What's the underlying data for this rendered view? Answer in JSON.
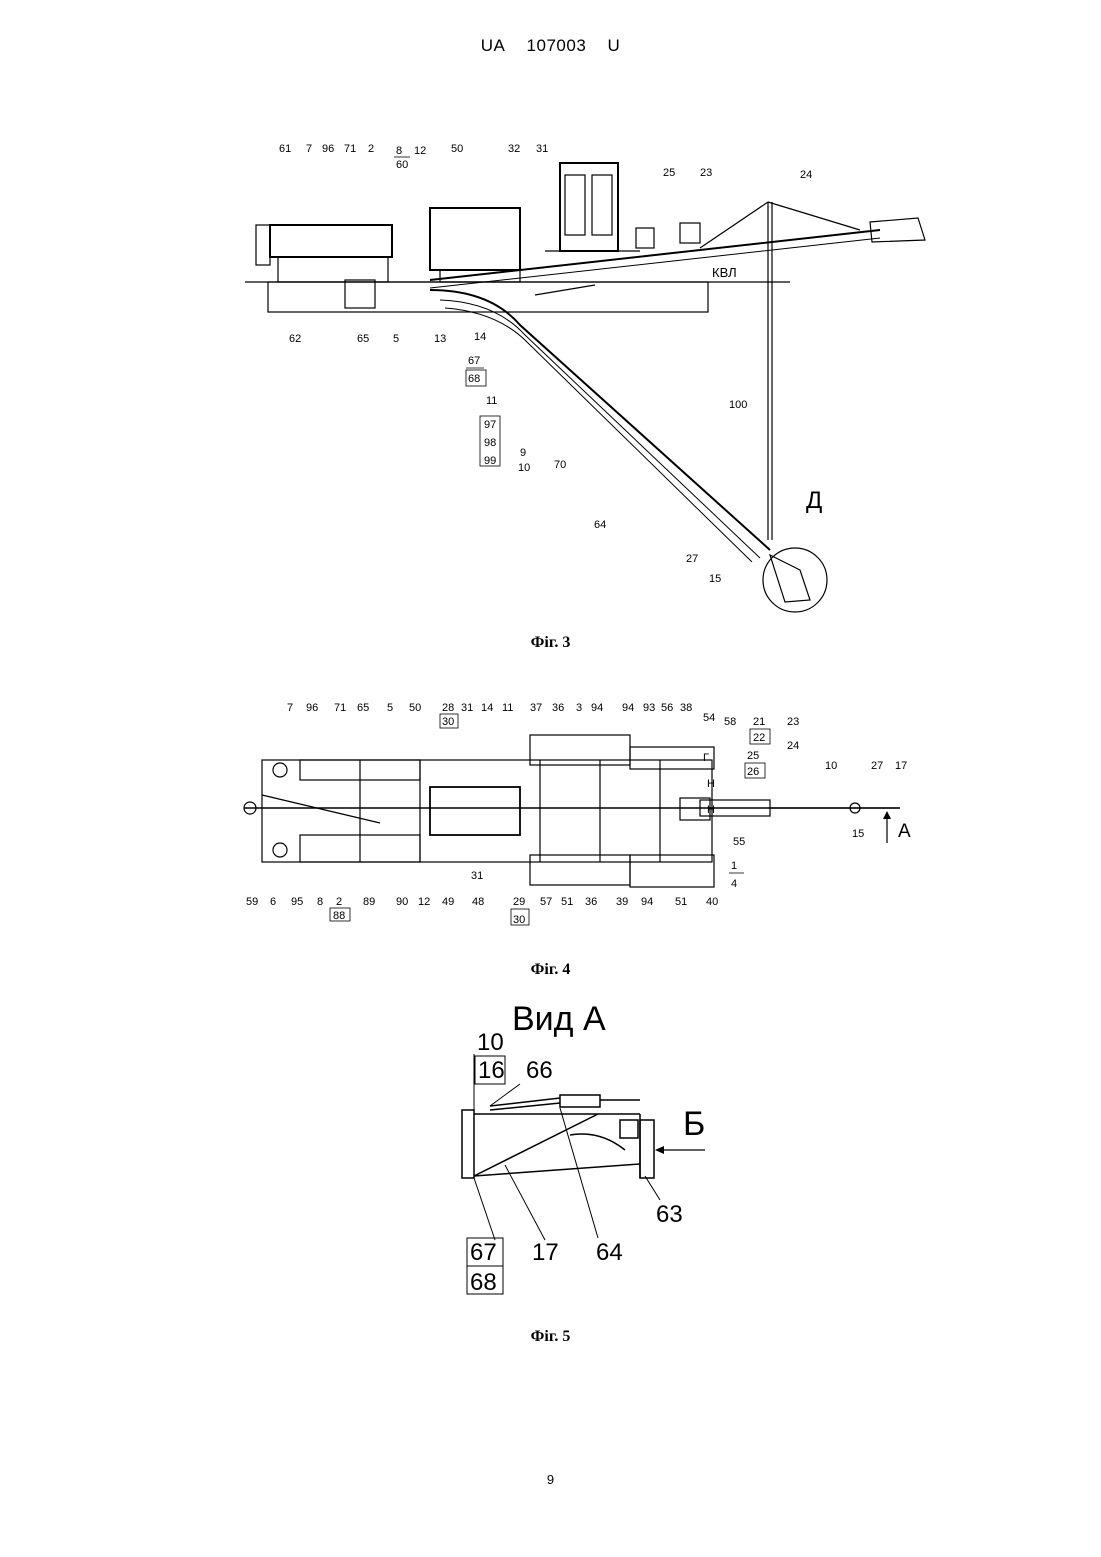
{
  "header": {
    "country": "UA",
    "number": "107003",
    "kind": "U"
  },
  "fig3": {
    "caption": "Фіг. 3",
    "labels": [
      "61",
      "7",
      "96",
      "71",
      "2",
      "8",
      "60",
      "12",
      "50",
      "32",
      "31",
      "25",
      "23",
      "24",
      "62",
      "65",
      "5",
      "13",
      "14",
      "67",
      "68",
      "11",
      "97",
      "98",
      "99",
      "9",
      "10",
      "70",
      "100",
      "64",
      "27",
      "15"
    ],
    "waterline": "КВЛ",
    "view_d": "Д"
  },
  "fig4": {
    "caption": "Фіг. 4",
    "top_labels": [
      "7",
      "96",
      "71",
      "65",
      "5",
      "50",
      "28",
      "30",
      "31",
      "14",
      "11",
      "37",
      "36",
      "3",
      "94",
      "94",
      "93",
      "56",
      "38",
      "54",
      "58",
      "21",
      "22",
      "23",
      "24",
      "25",
      "26",
      "10",
      "27",
      "17"
    ],
    "bottom_labels": [
      "59",
      "6",
      "95",
      "8",
      "2",
      "88",
      "89",
      "90",
      "12",
      "49",
      "48",
      "31",
      "29",
      "30",
      "57",
      "51",
      "36",
      "39",
      "94",
      "51",
      "40",
      "1",
      "4",
      "55",
      "15"
    ],
    "side_labels": [
      "Г",
      "Н",
      "Н"
    ],
    "arrow_label": "А"
  },
  "fig5": {
    "caption": "Фіг. 5",
    "title": "Вид А",
    "labels": [
      "10",
      "16",
      "66",
      "63",
      "67",
      "68",
      "17",
      "64"
    ],
    "arrow_label": "Б"
  },
  "page_number": "9"
}
